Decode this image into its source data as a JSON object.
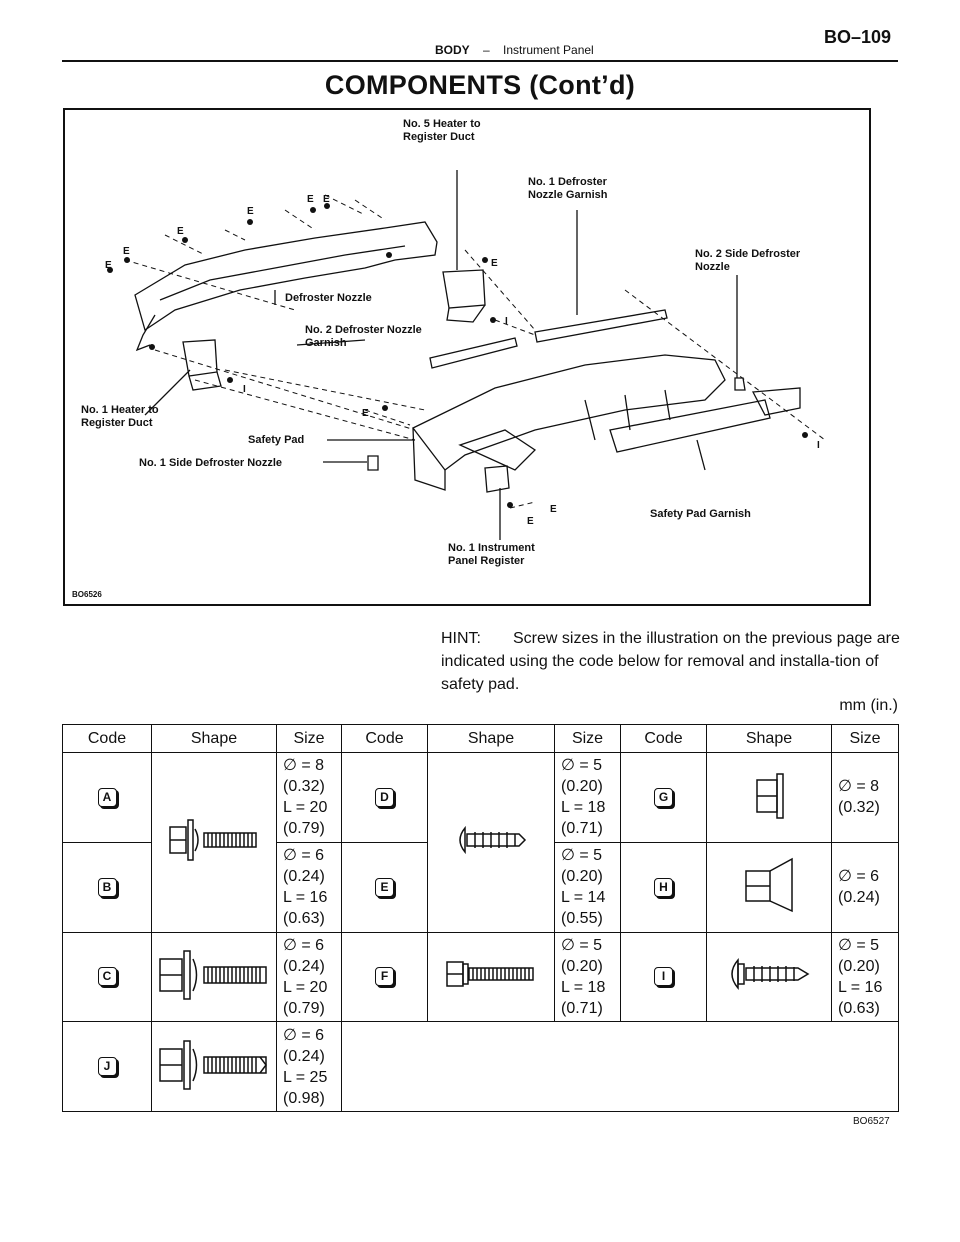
{
  "header": {
    "section": "BODY",
    "dash": "–",
    "subsection": "Instrument Panel",
    "page": "BO–109"
  },
  "title": "COMPONENTS (Cont’d)",
  "figure": {
    "code": "BO6526",
    "labels": {
      "heater5": "No. 5 Heater to\nRegister Duct",
      "def_garnish1": "No. 1 Defroster\nNozzle Garnish",
      "side_def2": "No. 2 Side Defroster\nNozzle",
      "def_nozzle": "Defroster Nozzle",
      "def_garnish2": "No. 2 Defroster Nozzle\nGarnish",
      "heater1": "No. 1 Heater to\nRegister Duct",
      "safety_pad": "Safety Pad",
      "side_def1": "No. 1 Side Defroster Nozzle",
      "pad_garnish": "Safety Pad Garnish",
      "register": "No. 1 Instrument\nPanel Register"
    },
    "callout_letters": {
      "e": "E",
      "i": "I"
    }
  },
  "hint": {
    "label": "HINT:",
    "text": "Screw sizes in the illustration on the previous page are indicated using the code below for removal and installa-tion of safety pad."
  },
  "units": "mm (in.)",
  "table": {
    "headers": [
      "Code",
      "Shape",
      "Size",
      "Code",
      "Shape",
      "Size",
      "Code",
      "Shape",
      "Size"
    ],
    "rows": [
      {
        "c1": "A",
        "s1": [
          "∅ = 8",
          "(0.32)",
          "L = 20",
          "(0.79)"
        ],
        "c2": "D",
        "s2": [
          "∅ = 5",
          "(0.20)",
          "L = 18",
          "(0.71)"
        ],
        "c3": "G",
        "s3": [
          "∅ = 8",
          "(0.32)"
        ]
      },
      {
        "c1": "B",
        "s1": [
          "∅ = 6",
          "(0.24)",
          "L = 16",
          "(0.63)"
        ],
        "c2": "E",
        "s2": [
          "∅ = 5",
          "(0.20)",
          "L = 14",
          "(0.55)"
        ],
        "c3": "H",
        "s3": [
          "∅ = 6",
          "(0.24)"
        ]
      },
      {
        "c1": "C",
        "s1": [
          "∅ = 6",
          "(0.24)",
          "L = 20",
          "(0.79)"
        ],
        "c2": "F",
        "s2": [
          "∅ = 5",
          "(0.20)",
          "L = 18",
          "(0.71)"
        ],
        "c3": "I",
        "s3": [
          "∅ = 5",
          "(0.20)",
          "L = 16",
          "(0.63)"
        ]
      },
      {
        "c1": "J",
        "s1": [
          "∅ = 6",
          "(0.24)",
          "L = 25",
          "(0.98)"
        ]
      }
    ],
    "code": "BO6527"
  }
}
